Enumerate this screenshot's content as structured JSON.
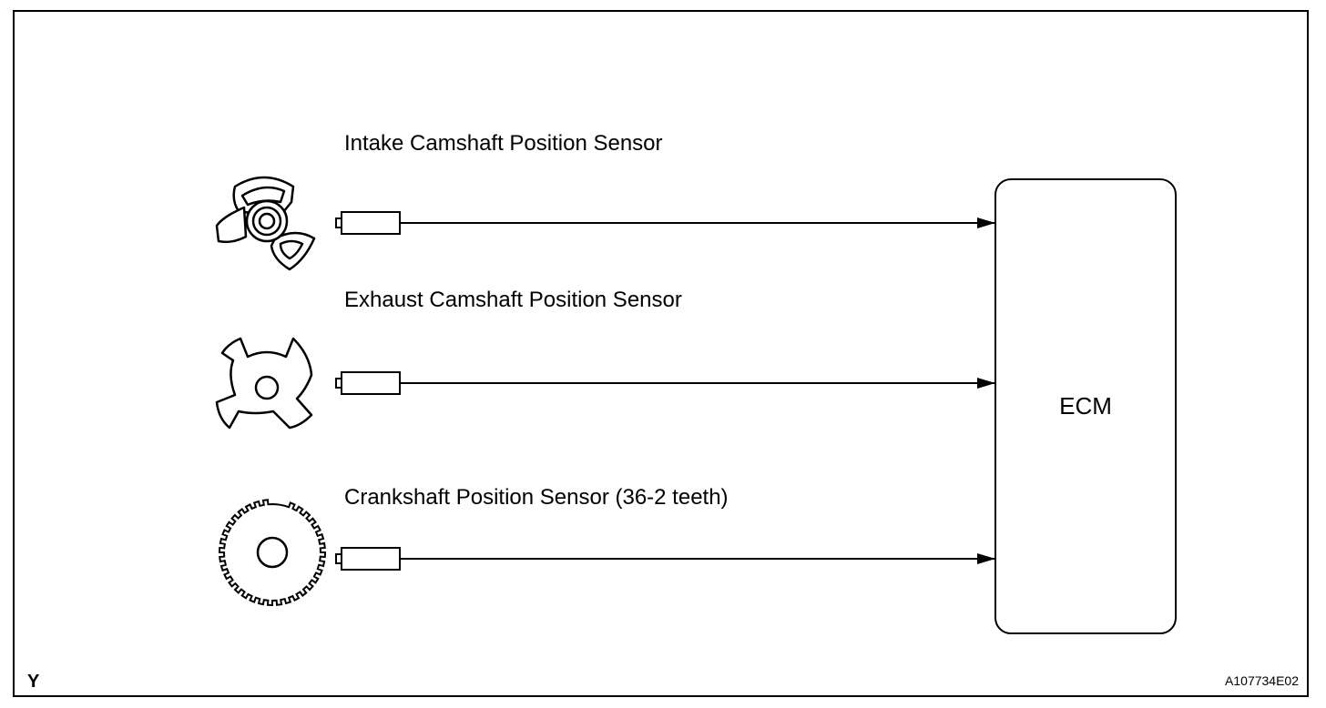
{
  "sensors": [
    {
      "label": "Intake Camshaft Position Sensor",
      "icon": "intake-camshaft-rotor-icon"
    },
    {
      "label": "Exhaust Camshaft Position Sensor",
      "icon": "exhaust-camshaft-rotor-icon"
    },
    {
      "label": "Crankshaft Position Sensor (36-2 teeth)",
      "icon": "crankshaft-timing-rotor-icon"
    }
  ],
  "ecm": {
    "label": "ECM"
  },
  "corner_letter": "Y",
  "figure_code": "A107734E02"
}
